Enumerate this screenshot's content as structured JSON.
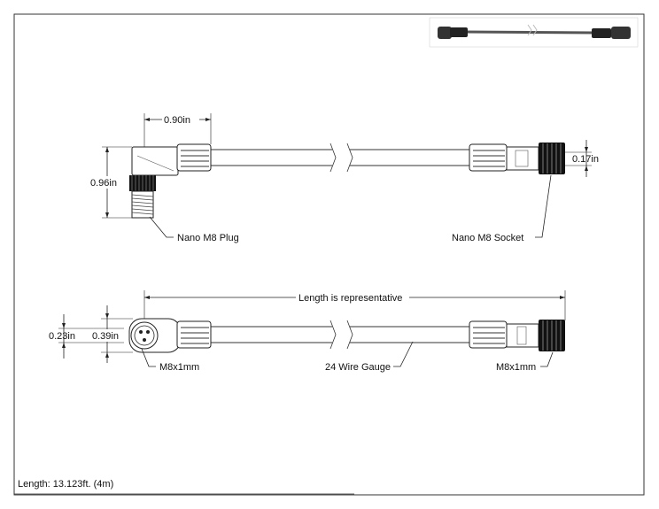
{
  "labels": {
    "dim_090": "0.90in",
    "dim_096": "0.96in",
    "dim_017": "0.17in",
    "plug": "Nano M8 Plug",
    "socket": "Nano M8 Socket",
    "length_rep": "Length is representative",
    "dim_023": "0.23in",
    "dim_039": "0.39in",
    "thread_left": "M8x1mm",
    "thread_right": "M8x1mm",
    "gauge": "24 Wire Gauge",
    "length": "Length: 13.123ft. (4m)"
  },
  "colors": {
    "line": "#222222",
    "overmold": "#ffffff",
    "knurl": "#111111",
    "photo_cable": "#555555"
  }
}
